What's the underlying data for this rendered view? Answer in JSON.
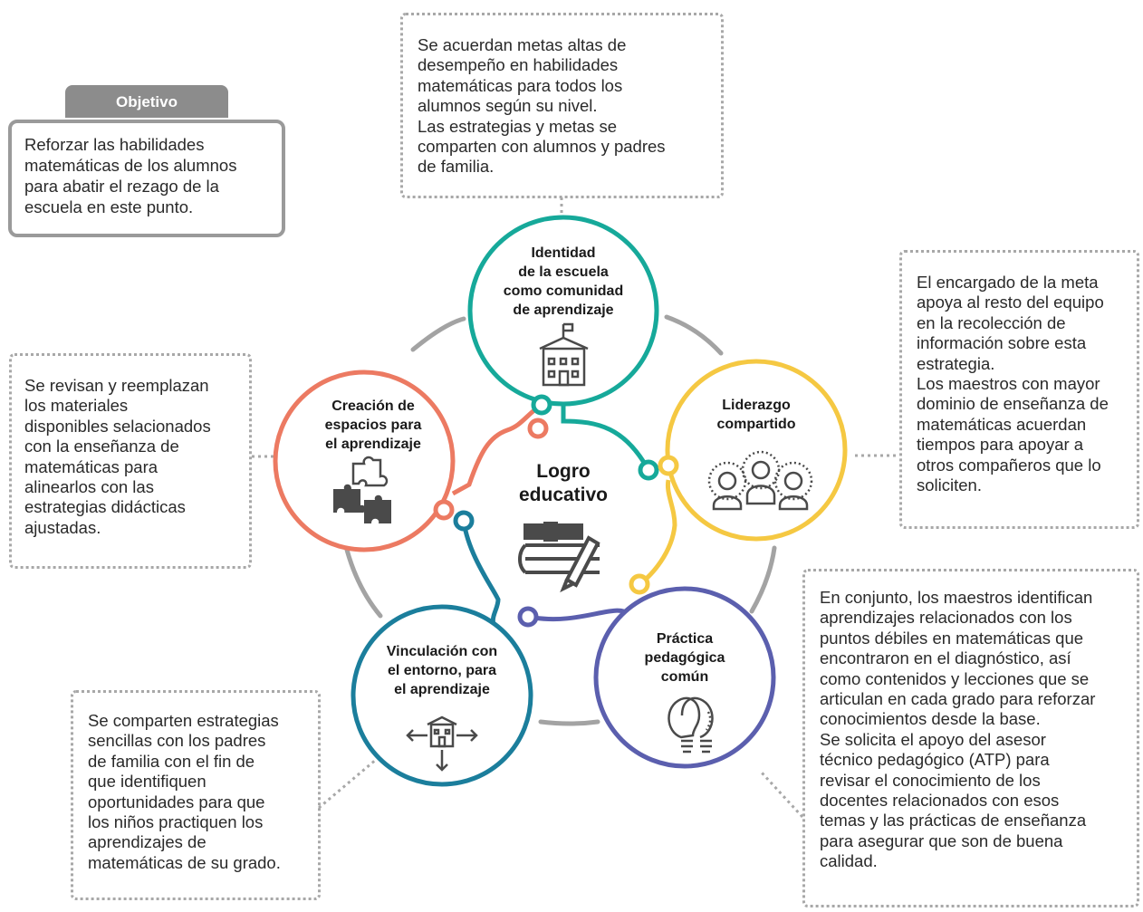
{
  "objective": {
    "tab": "Objetivo",
    "text": "Reforzar las habilidades\nmatemáticas de los alumnos\npara abatir el rezago de la\nescuela en este punto."
  },
  "center": {
    "line1": "Logro",
    "line2": "educativo",
    "icon": "books-pen-icon"
  },
  "circles": {
    "identidad": {
      "lines": [
        "Identidad",
        "de la escuela",
        "como comunidad",
        "de aprendizaje"
      ],
      "color": "#16a99a",
      "icon": "school-building-icon"
    },
    "liderazgo": {
      "lines": [
        "Liderazgo",
        "compartido"
      ],
      "color": "#f5c842",
      "icon": "team-people-icon"
    },
    "practica": {
      "lines": [
        "Práctica",
        "pedagógica",
        "común"
      ],
      "color": "#5b5fae",
      "icon": "lightbulbs-icon"
    },
    "vinculacion": {
      "lines": [
        "Vinculación con",
        "el entorno, para",
        "el aprendizaje"
      ],
      "color": "#1b7e9c",
      "icon": "school-arrows-icon"
    },
    "creacion": {
      "lines": [
        "Creación de",
        "espacios para",
        "el aprendizaje"
      ],
      "color": "#ec7a62",
      "icon": "puzzle-icon"
    }
  },
  "notes": {
    "top": "Se acuerdan metas altas de\ndesempeño en habilidades\nmatemáticas para todos los\nalumnos según su nivel.\nLas estrategias y metas se\ncomparten con alumnos y padres\nde familia.",
    "right": "El encargado de la meta\napoya al resto del equipo\nen la recolección de\ninformación sobre esta\nestrategia.\nLos maestros con mayor\ndominio de enseñanza de\nmatemáticas acuerdan\ntiempos para apoyar a\notros compañeros que lo\nsoliciten.",
    "left": "Se revisan y reemplazan\nlos materiales\ndisponibles selacionados\ncon la enseñanza de\nmatemáticas para\nalinearlos con las\nestrategias didácticas\najustadas.",
    "bottom_left": "Se comparten estrategias\nsencillas con los padres\nde familia con el fin de\nque identifiquen\noportunidades para que\nlos niños practiquen los\naprendizajes de\nmatemáticas de su grado.",
    "bottom_right": "En conjunto, los maestros identifican\naprendizajes relacionados con los\npuntos débiles en matemáticas que\nencontraron en el diagnóstico, así\ncomo contenidos y lecciones que se\narticulan en cada grado para reforzar\nconocimientos desde la base.\nSe solicita el apoyo del asesor\ntécnico pedagógico (ATP) para\nrevisar el conocimiento de los\ndocentes relacionados con esos\ntemas y las prácticas de enseñanza\npara asegurar que son de buena\ncalidad."
  }
}
